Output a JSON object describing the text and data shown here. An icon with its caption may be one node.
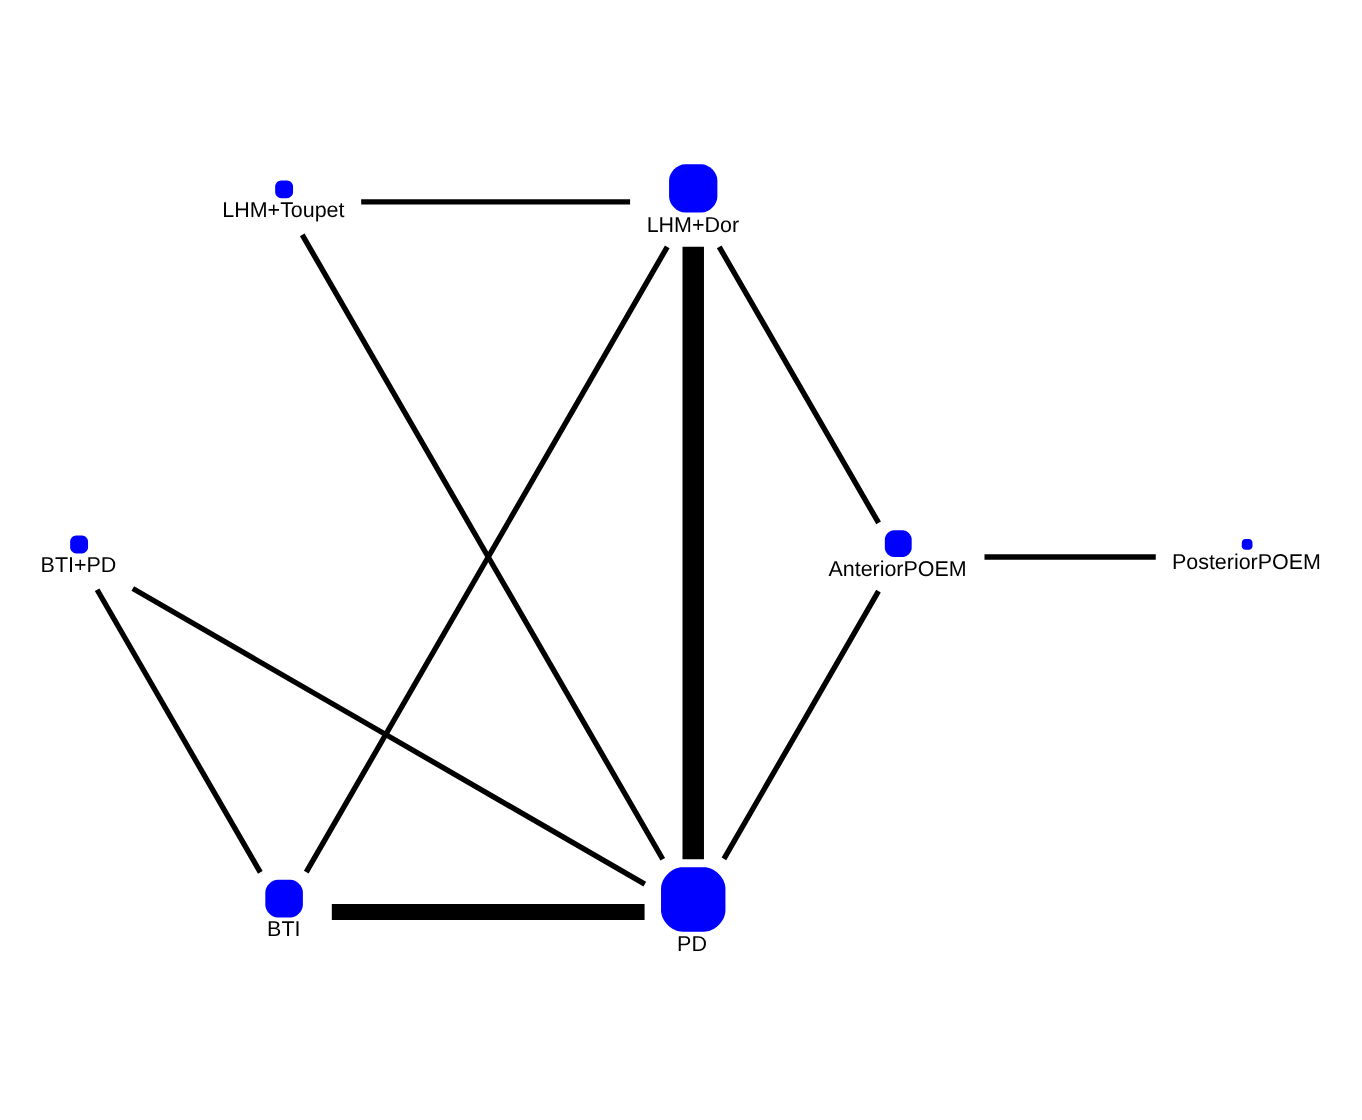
{
  "diagram": {
    "nodes": [
      {
        "text": [],
        "shape": "circle",
        "beside": [
          "BTI+PD"
        ]
      },
      {
        "text": [],
        "shape": "circle",
        "beside": [
          "PD"
        ]
      },
      {
        "text": [],
        "shape": "circle",
        "beside": [
          "LHM+Dor"
        ]
      },
      {
        "text": [],
        "shape": "circle",
        "beside": [
          "BTI"
        ]
      },
      {
        "text": [],
        "shape": "circle",
        "beside": [
          "LHM+Toupet"
        ]
      },
      {
        "text": [],
        "shape": "circle",
        "beside": [
          "AnteriorPOEM"
        ]
      },
      {
        "text": [],
        "shape": "circle",
        "beside": [
          "PosteriorPOEM"
        ]
      }
    ],
    "edges": [
      {
        "from": 0,
        "to": 1,
        "arrow": "none"
      },
      {
        "from": 0,
        "to": 3,
        "arrow": "none"
      },
      {
        "from": 1,
        "to": 2,
        "arrow": "none",
        "style": "thick"
      },
      {
        "from": 1,
        "to": 3,
        "arrow": "none",
        "style": "thick"
      },
      {
        "from": 1,
        "to": 4,
        "arrow": "none"
      },
      {
        "from": 1,
        "to": 5,
        "arrow": "none"
      },
      {
        "from": 2,
        "to": 3,
        "arrow": "none"
      },
      {
        "from": 2,
        "to": 4,
        "arrow": "none"
      },
      {
        "from": 2,
        "to": 5,
        "arrow": "none"
      },
      {
        "from": 5,
        "to": 6,
        "arrow": "none"
      }
    ]
  }
}
